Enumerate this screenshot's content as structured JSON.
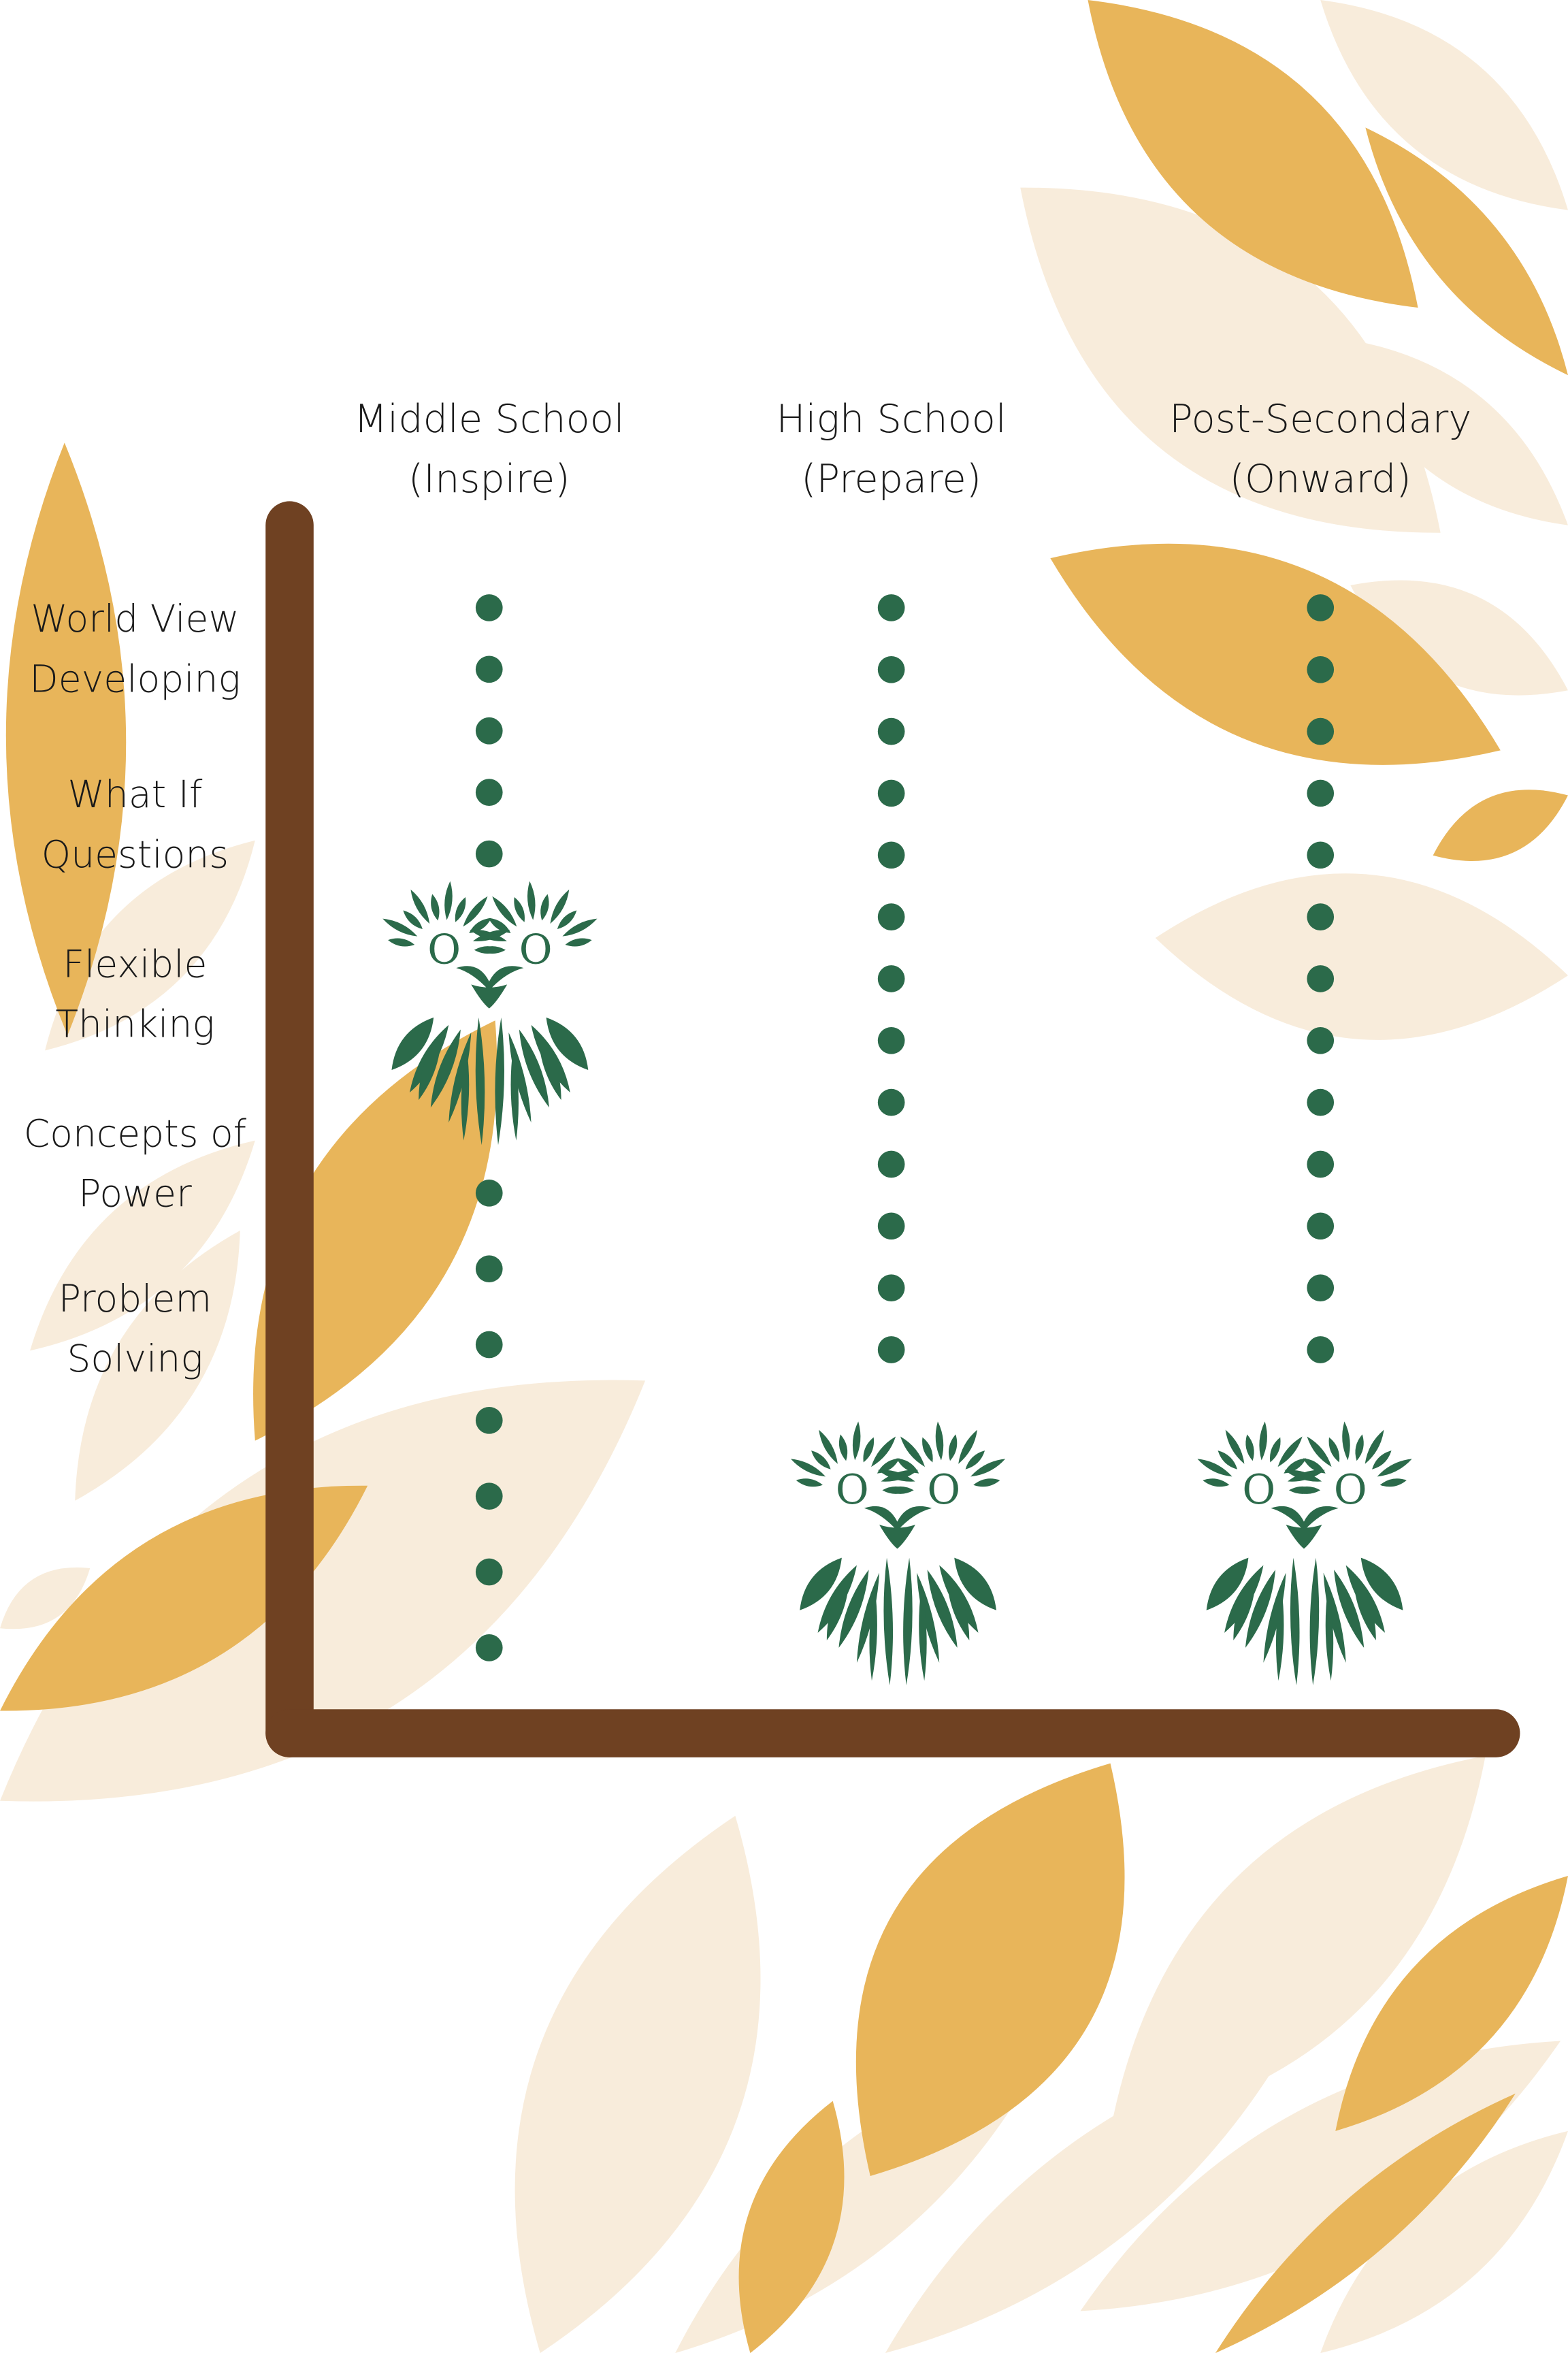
{
  "columns": [
    {
      "title": "Middle School",
      "subtitle": "(Inspire)",
      "progress_marker": "after-dot-4"
    },
    {
      "title": "High School",
      "subtitle": "(Prepare)",
      "progress_marker": "bottom"
    },
    {
      "title": "Post-Secondary",
      "subtitle": "(Onward)",
      "progress_marker": "bottom"
    }
  ],
  "rows": [
    {
      "line1": "World View",
      "line2": "Developing"
    },
    {
      "line1": "What If",
      "line2": "Questions"
    },
    {
      "line1": "Flexible",
      "line2": "Thinking"
    },
    {
      "line1": "Concepts of",
      "line2": "Power"
    },
    {
      "line1": "Problem",
      "line2": "Solving"
    }
  ],
  "logo": {
    "text": "O O",
    "icon": "owl-logo-icon"
  },
  "colors": {
    "axis": "#6f4122",
    "dot": "#2b6a4a",
    "gold": "#e8b55a",
    "cream": "#f8ecdb"
  }
}
